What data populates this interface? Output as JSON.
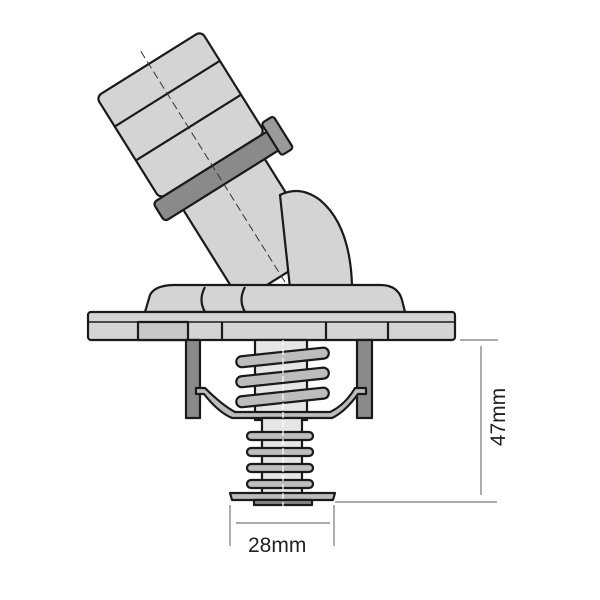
{
  "diagram": {
    "subject": "thermostat",
    "dimensions": {
      "height_label": "47mm",
      "diameter_label": "28mm"
    },
    "colors": {
      "body": "#d4d4d4",
      "dark": "#8a8a8a",
      "outline": "#1a1a1a",
      "spring": "#bdbdbd"
    }
  }
}
